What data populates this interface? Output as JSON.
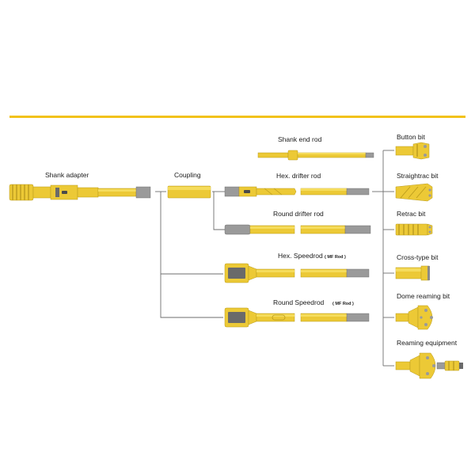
{
  "colors": {
    "accent_line": "#f2c21b",
    "tool_yellow": "#ecc936",
    "tool_steel": "#9a9a9a",
    "connector": "#6e6e6e"
  },
  "labels": {
    "shank_adapter": "Shank adapter",
    "coupling": "Coupling",
    "shank_end_rod": "Shank end rod",
    "hex_drifter_rod": "Hex. drifter rod",
    "round_drifter_rod": "Round drifter rod",
    "hex_speedrod": "Hex. Speedrod",
    "hex_speedrod_note": "( MF Rod )",
    "round_speedrod": "Round Speedrod",
    "round_speedrod_note": "( MF Rod )",
    "button_bit": "Button bit",
    "straightrac_bit": "Straightrac bit",
    "retrac_bit": "Retrac bit",
    "cross_type_bit": "Cross-type bit",
    "dome_reaming_bit": "Dome reaming bit",
    "reaming_equipment": "Reaming equipment"
  }
}
